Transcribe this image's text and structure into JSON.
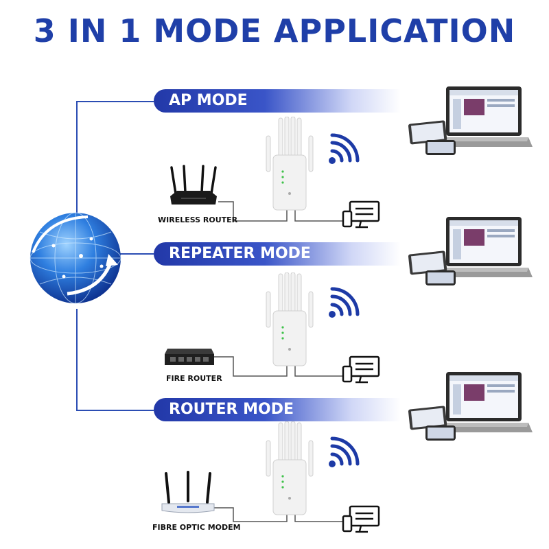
{
  "title": "3 IN 1 MODE APPLICATION",
  "modes": [
    {
      "label": "AP MODE",
      "device": "WIRELESS ROUTER"
    },
    {
      "label": "REPEATER MODE",
      "device": "FIRE ROUTER"
    },
    {
      "label": "ROUTER MODE",
      "device": "FIBRE OPTIC MODEM"
    }
  ],
  "colors": {
    "brand_blue": "#1f3fa8",
    "line_blue": "#2b4db3",
    "wifi_blue": "#1d3aa6"
  },
  "icons": [
    "globe-icon",
    "wireless-router-icon",
    "network-switch-icon",
    "fibre-modem-icon",
    "wifi-extender-icon",
    "wifi-signal-icon",
    "desktop-phone-icon",
    "laptop-tablet-phone-icon"
  ]
}
